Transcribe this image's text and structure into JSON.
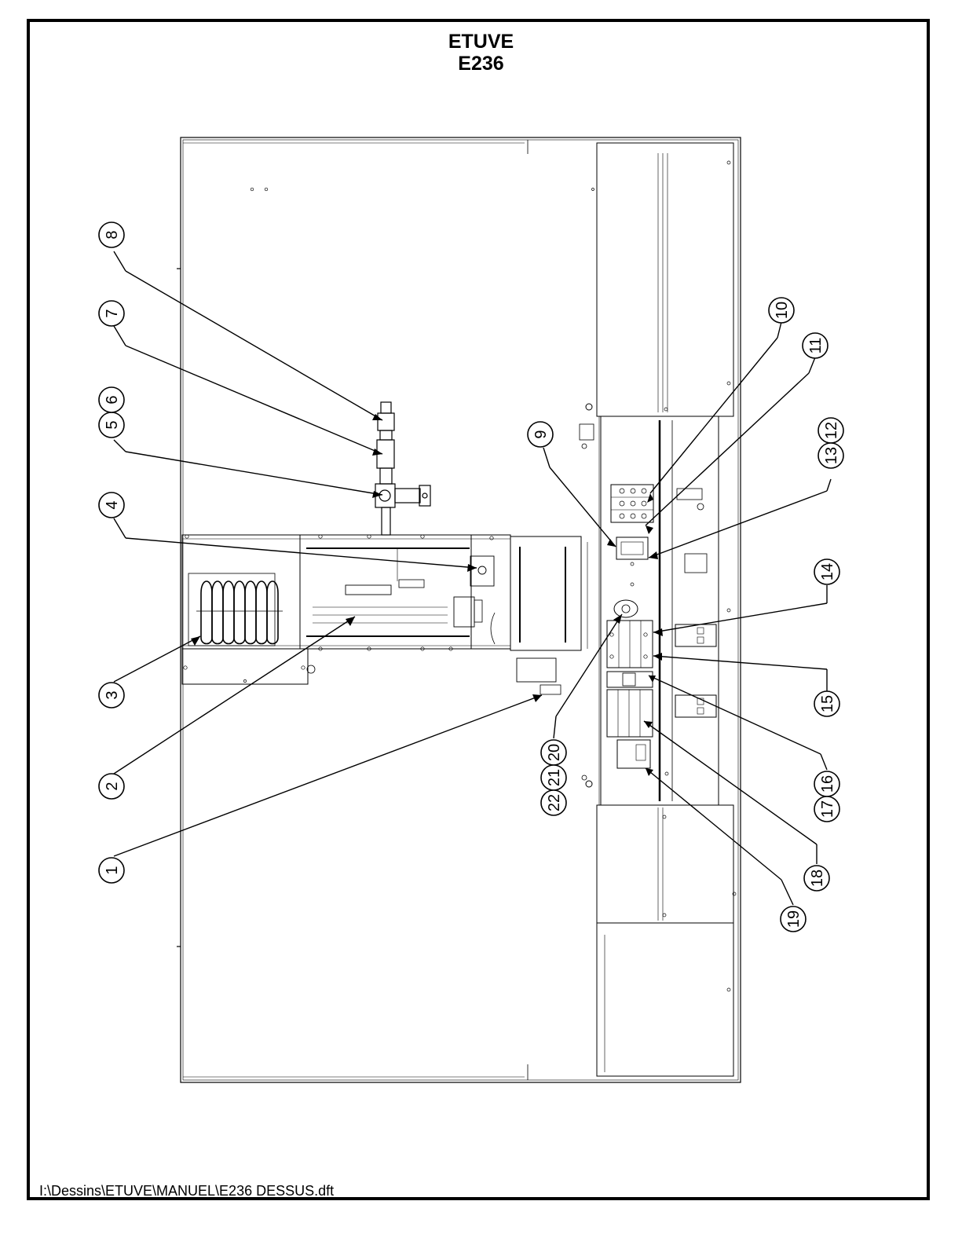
{
  "title": {
    "line1": "ETUVE",
    "line2": "E236"
  },
  "file_path": "I:\\Dessins\\ETUVE\\MANUEL\\E236 DESSUS.dft",
  "callouts": [
    "1",
    "2",
    "3",
    "4",
    "5",
    "6",
    "7",
    "8",
    "9",
    "10",
    "11",
    "12",
    "13",
    "14",
    "15",
    "16",
    "17",
    "18",
    "19",
    "20",
    "21",
    "22"
  ]
}
